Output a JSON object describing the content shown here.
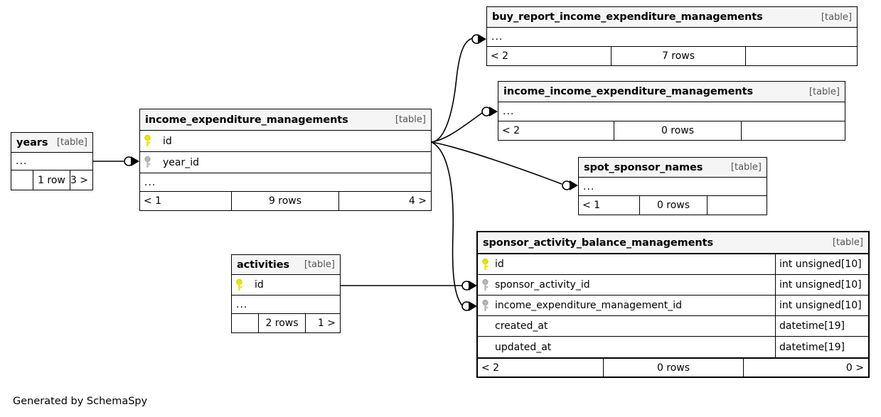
{
  "diagram": {
    "generator_note": "Generated by SchemaSpy",
    "kind_label": "[table]",
    "ellipsis": "...",
    "colors": {
      "primary_key": "#e8e800",
      "foreign_key": "#b8b8b8",
      "header_background": "#f5f5f5",
      "border": "#000000",
      "kind_label": "#555555"
    }
  },
  "tables": {
    "years": {
      "name": "years",
      "kind": "[table]",
      "ellipsis": "...",
      "footer": {
        "left": "",
        "center": "1 row",
        "right": "3 >"
      }
    },
    "income_expenditure_managements": {
      "name": "income_expenditure_managements",
      "kind": "[table]",
      "ellipsis": "...",
      "columns": [
        {
          "name": "id",
          "key": "primary"
        },
        {
          "name": "year_id",
          "key": "foreign"
        }
      ],
      "footer": {
        "left": "< 1",
        "center": "9 rows",
        "right": "4 >"
      }
    },
    "buy_report_income_expenditure_managements": {
      "name": "buy_report_income_expenditure_managements",
      "kind": "[table]",
      "ellipsis": "...",
      "footer": {
        "left": "< 2",
        "center": "7 rows",
        "right": ""
      }
    },
    "income_income_expenditure_managements": {
      "name": "income_income_expenditure_managements",
      "kind": "[table]",
      "ellipsis": "...",
      "footer": {
        "left": "< 2",
        "center": "0 rows",
        "right": ""
      }
    },
    "spot_sponsor_names": {
      "name": "spot_sponsor_names",
      "kind": "[table]",
      "ellipsis": "...",
      "footer": {
        "left": "< 1",
        "center": "0 rows",
        "right": ""
      }
    },
    "activities": {
      "name": "activities",
      "kind": "[table]",
      "ellipsis": "...",
      "columns": [
        {
          "name": "id",
          "key": "primary"
        }
      ],
      "footer": {
        "left": "",
        "center": "2 rows",
        "right": "1 >"
      }
    },
    "sponsor_activity_balance_managements": {
      "name": "sponsor_activity_balance_managements",
      "kind": "[table]",
      "emphasis": true,
      "columns": [
        {
          "name": "id",
          "key": "primary",
          "type": "int unsigned[10]"
        },
        {
          "name": "sponsor_activity_id",
          "key": "foreign",
          "type": "int unsigned[10]"
        },
        {
          "name": "income_expenditure_management_id",
          "key": "foreign",
          "type": "int unsigned[10]"
        },
        {
          "name": "created_at",
          "key": "none",
          "type": "datetime[19]"
        },
        {
          "name": "updated_at",
          "key": "none",
          "type": "datetime[19]"
        }
      ],
      "footer": {
        "left": "< 2",
        "center": "0 rows",
        "right": "0 >"
      }
    }
  }
}
